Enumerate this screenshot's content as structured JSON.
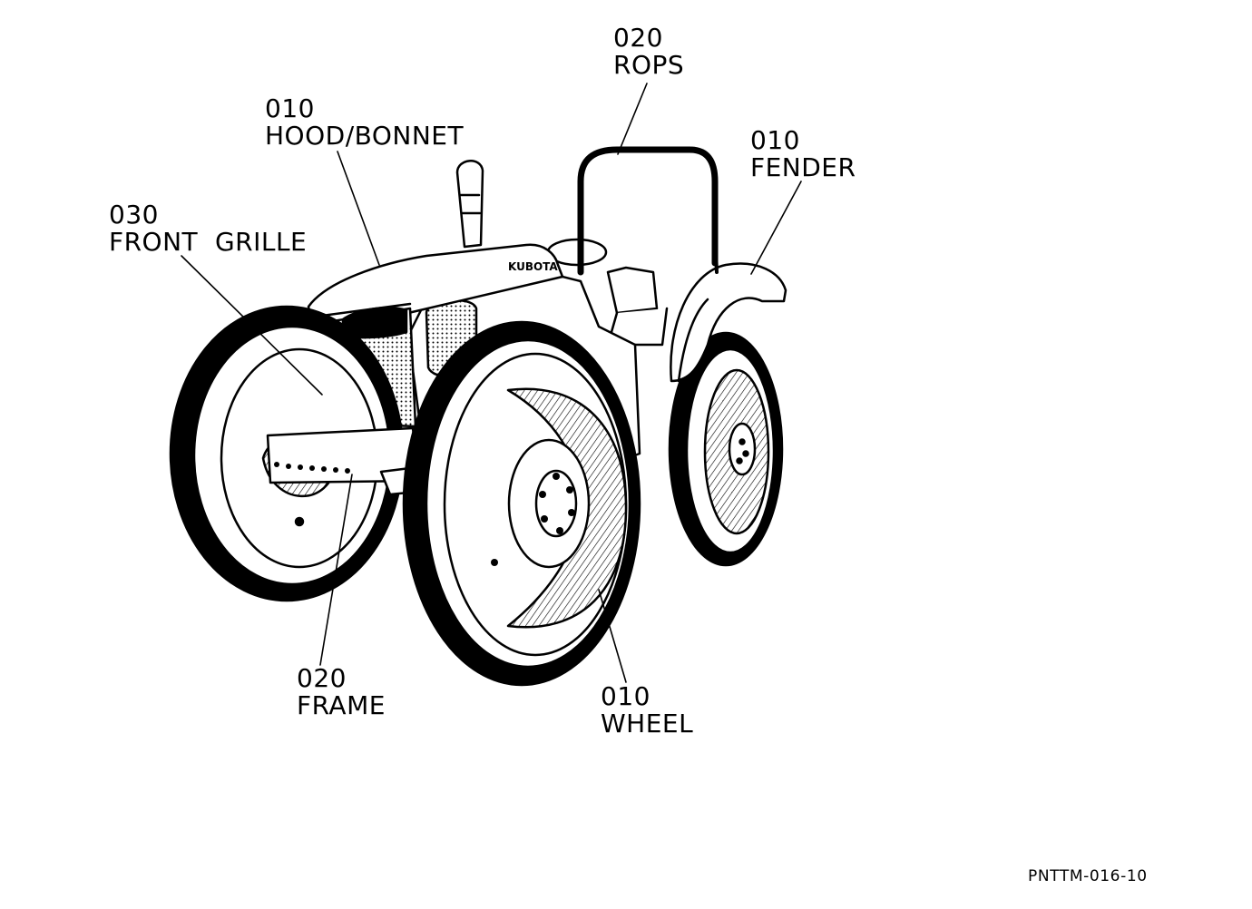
{
  "callouts": {
    "rops": {
      "code": "020",
      "name": "ROPS"
    },
    "hood": {
      "code": "010",
      "name": "HOOD/BONNET"
    },
    "fender": {
      "code": "010",
      "name": "FENDER"
    },
    "grille": {
      "code": "030",
      "name": "FRONT  GRILLE"
    },
    "frame": {
      "code": "020",
      "name": "FRAME"
    },
    "wheel": {
      "code": "010",
      "name": "WHEEL"
    }
  },
  "document_code": "PNTTM-016-10",
  "colors": {
    "ink": "#000000",
    "paper": "#ffffff"
  }
}
